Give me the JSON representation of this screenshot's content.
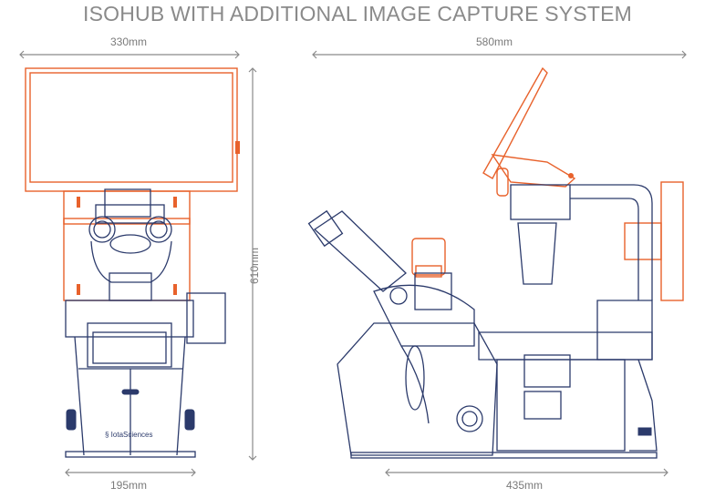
{
  "title": "ISOHUB WITH ADDITIONAL IMAGE CAPTURE SYSTEM",
  "dimensions": {
    "front_width": "330mm",
    "side_width": "580mm",
    "height": "610mm",
    "front_base_width": "195mm",
    "side_base_width": "435mm"
  },
  "brand_logo_text": "IotaSciences",
  "colors": {
    "outline": "#2b3a6b",
    "accent": "#e8622c",
    "text": "#8a8a8a"
  }
}
